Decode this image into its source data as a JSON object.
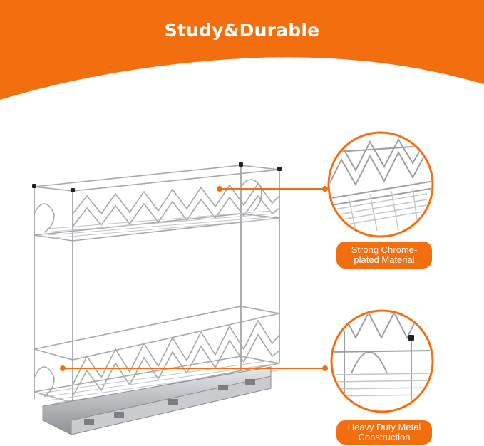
{
  "banner": {
    "title": "Study&Durable",
    "color": "#f36e0f"
  },
  "product": {
    "name_icon": "pull-out-wire-basket-rack"
  },
  "callouts": [
    {
      "line1": "Strong Chrome-",
      "line2": "plated Material",
      "icon": "rail-detail-closeup"
    },
    {
      "line1": "Heavy Duty Metal",
      "line2": "Construction",
      "icon": "frame-detail-closeup"
    }
  ],
  "accent_color": "#f36e0f"
}
